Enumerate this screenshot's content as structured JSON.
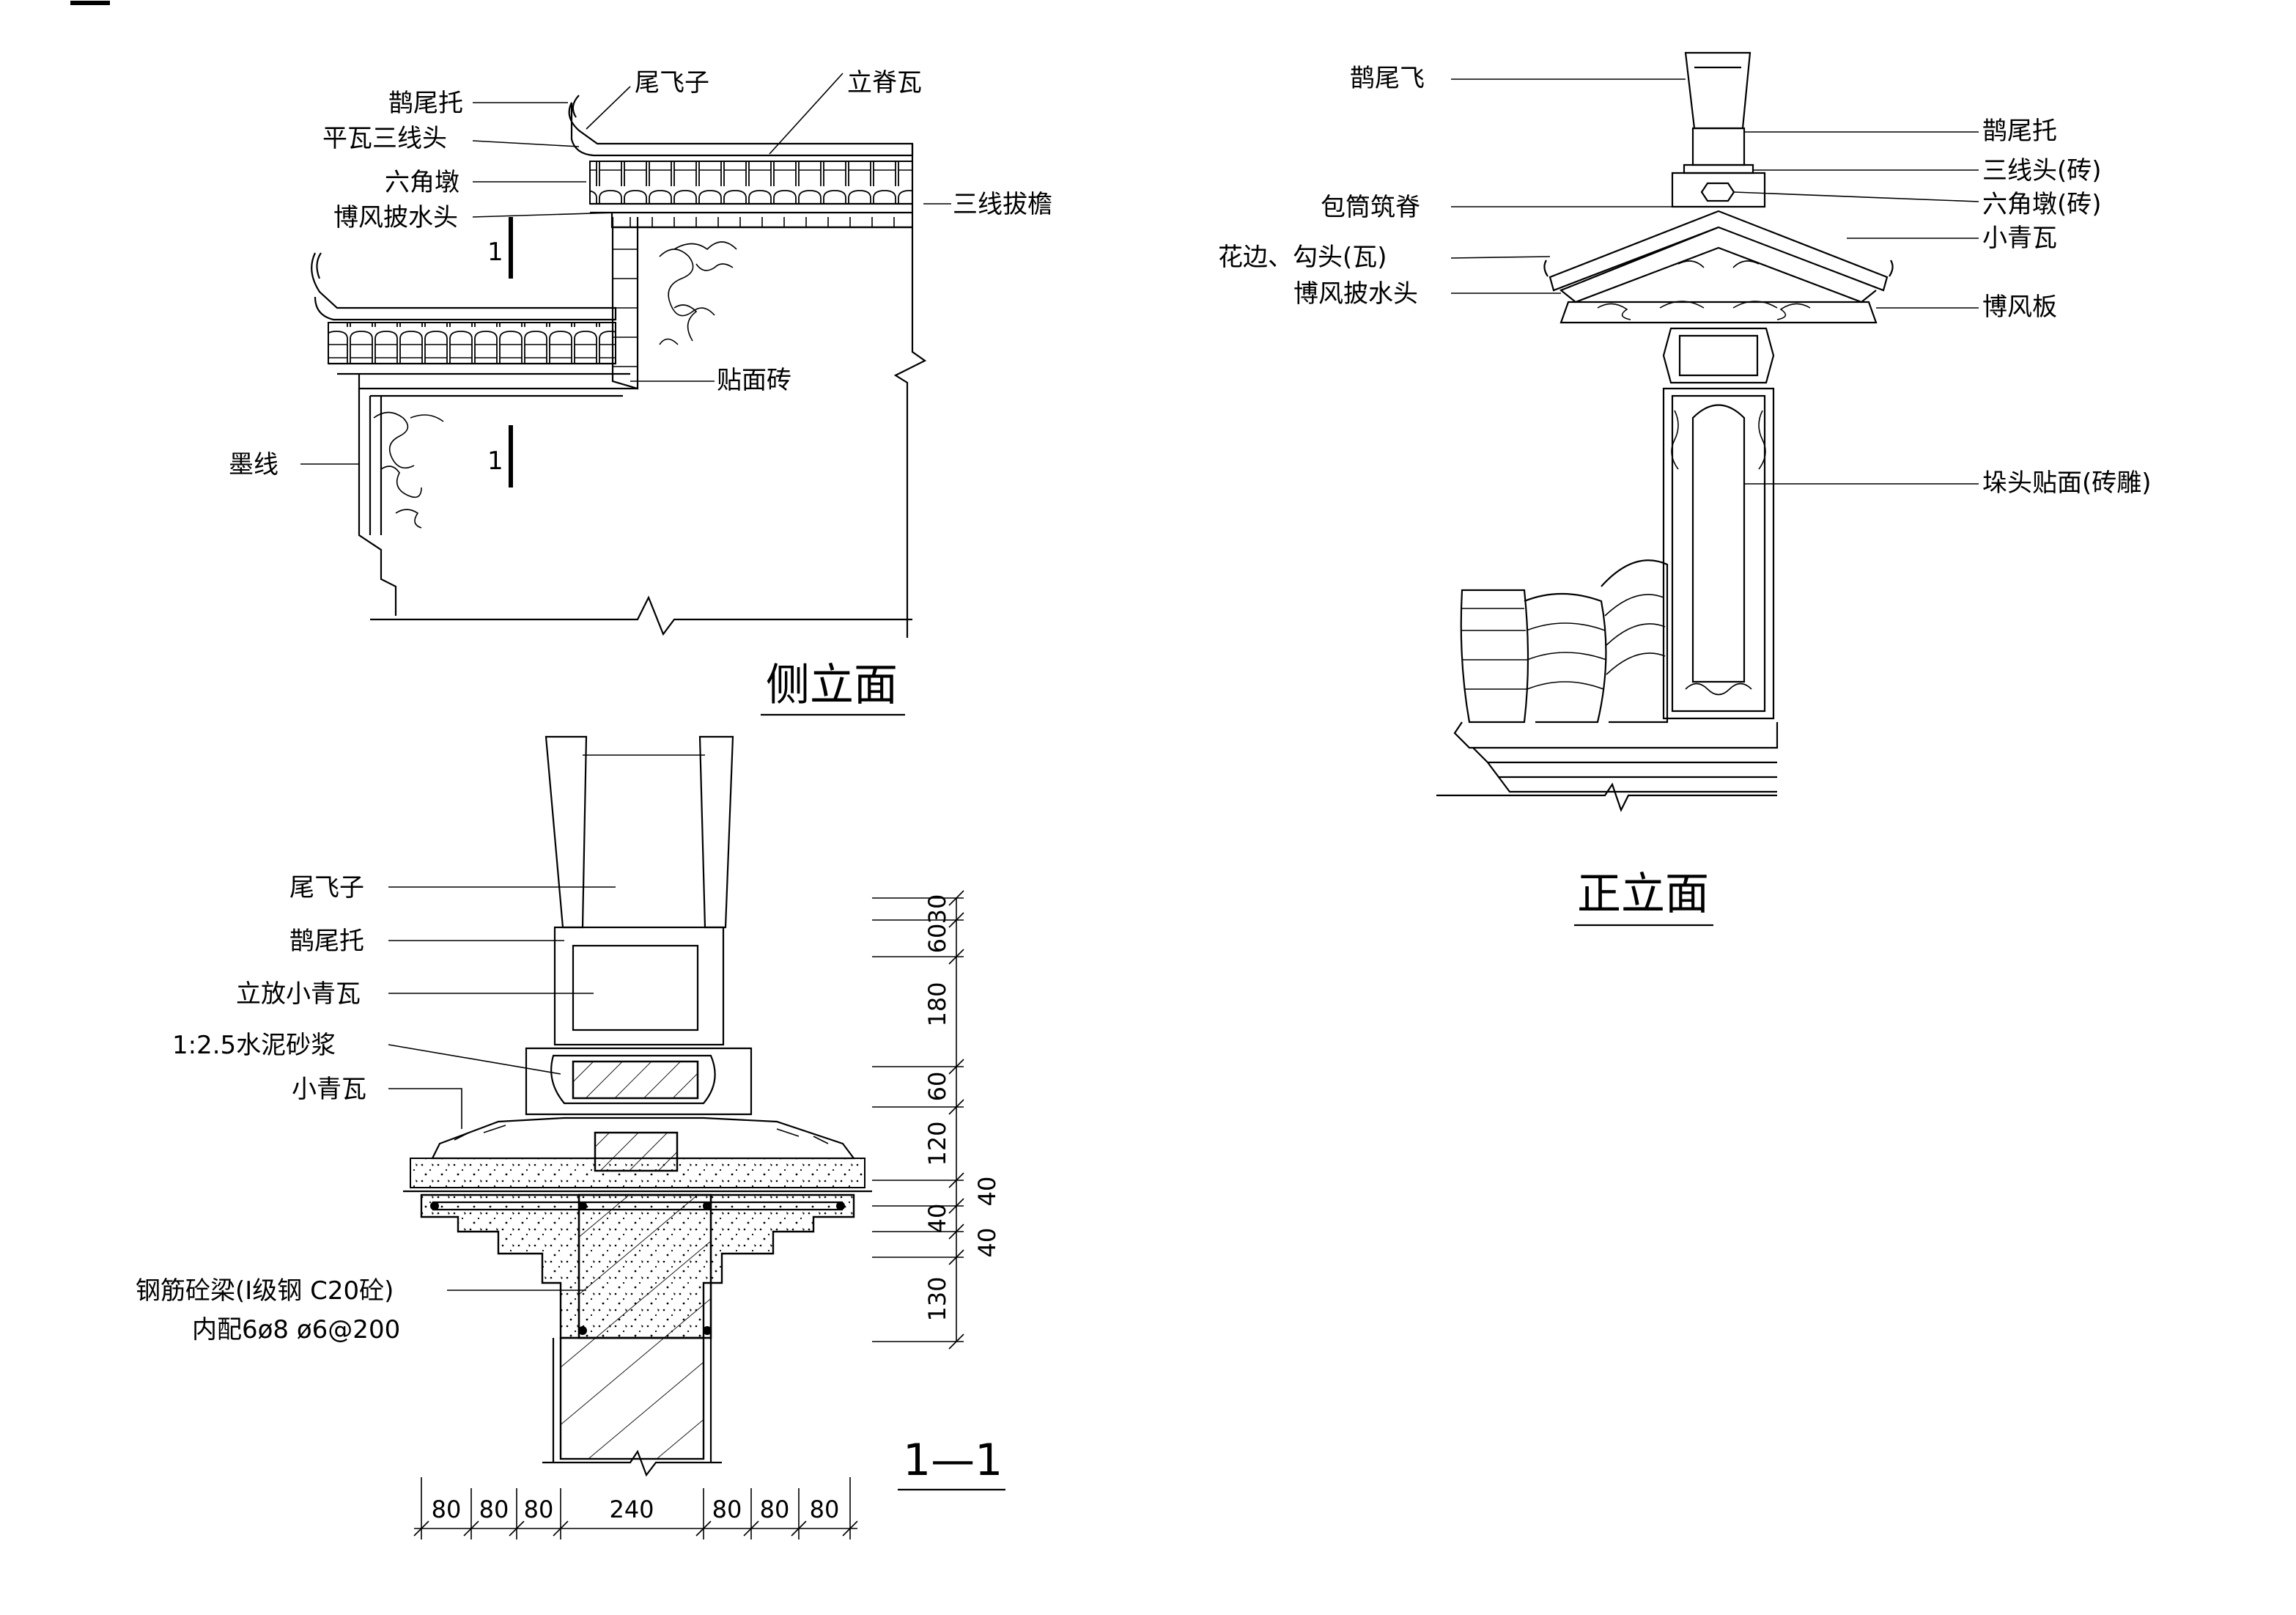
{
  "side_elevation": {
    "title": "侧立面",
    "labels": {
      "queweituo": "鹊尾托",
      "weifeizi": "尾飞子",
      "liji": "立脊瓦",
      "pingwa": "平瓦三线头",
      "liujiao": "六角墩",
      "bofeng": "博风披水头",
      "sanxian": "三线拔檐",
      "tiemian": "贴面砖",
      "moxian": "墨线"
    },
    "section_mark": "1"
  },
  "front_elevation": {
    "title": "正立面",
    "labels": {
      "queweifei": "鹊尾飞",
      "queweituo": "鹊尾托",
      "sanxiantou": "三线头(砖)",
      "liujiaodun": "六角墩(砖)",
      "baotong": "包筒筑脊",
      "xiaoqingwa": "小青瓦",
      "huabian": "花边、勾头(瓦)",
      "bofeng": "博风披水头",
      "bofengban": "博风板",
      "duotou": "垛头贴面(砖雕)"
    }
  },
  "section": {
    "title": "1—1",
    "labels": {
      "weifeizi": "尾飞子",
      "queweituo": "鹊尾托",
      "lifang": "立放小青瓦",
      "shajiang": "1:2.5水泥砂浆",
      "xiaoqingwa": "小青瓦",
      "beam1": "钢筋砼梁(I级钢 C20砼)",
      "beam2": "内配6ø8 ø6@200"
    },
    "vertical_dims": [
      "30",
      "60",
      "180",
      "60",
      "120",
      "40",
      "40",
      "40",
      "130"
    ],
    "horizontal_dims": [
      "80",
      "80",
      "80",
      "240",
      "80",
      "80",
      "80"
    ]
  }
}
